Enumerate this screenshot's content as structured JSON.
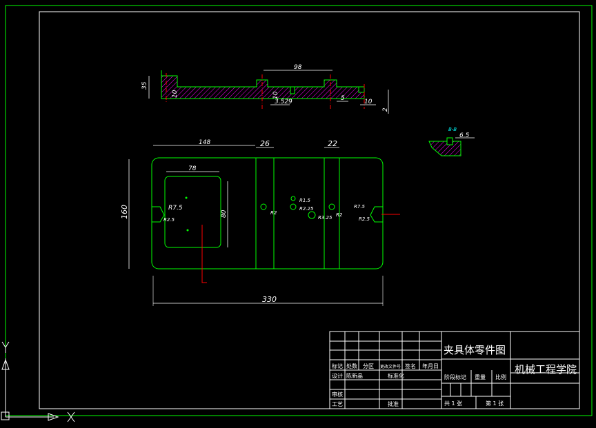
{
  "colors": {
    "background": "#000000",
    "outline": "#00ff00",
    "dimension": "#ffffff",
    "centerline": "#ff0000",
    "section_hatch": "#ff00ff",
    "annotation": "#00ffff"
  },
  "top_view_dims": {
    "d35": "35",
    "d10": "10",
    "d98": "98",
    "d10b": "10",
    "d3529": "3.529",
    "d5": "5",
    "d10c": "10",
    "d2": "2"
  },
  "detail": {
    "label": "B-B",
    "d65": "6.5"
  },
  "plan_view_dims": {
    "d148": "148",
    "d26": "26",
    "d22": "22",
    "d78": "78",
    "d160": "160",
    "d80": "80",
    "d330": "330",
    "r75_left": "R7.5",
    "r25_left": "R2.5",
    "r2_a": "R2",
    "r15": "R1.5",
    "r225": "R2.25",
    "r2_b": "R2",
    "r325": "R3.25",
    "r75_right": "R7.5",
    "r25_right": "R2.5"
  },
  "title_block": {
    "part_name": "夹具体零件图",
    "school": "机械工程学院",
    "hdr_mark": "标记",
    "hdr_count": "处数",
    "hdr_zone": "分区",
    "hdr_docno": "更改文件号",
    "hdr_sign": "签名",
    "hdr_date": "年月日",
    "row_design": "设计",
    "row_design_name": "陈新晶",
    "row_std": "标准化",
    "row_review": "审核",
    "row_process": "工艺",
    "row_approve": "批准",
    "stage_mark": "阶段标记",
    "weight": "重量",
    "scale": "比例",
    "sheets_total": "共 1 张",
    "sheet_no": "第 1 张"
  }
}
